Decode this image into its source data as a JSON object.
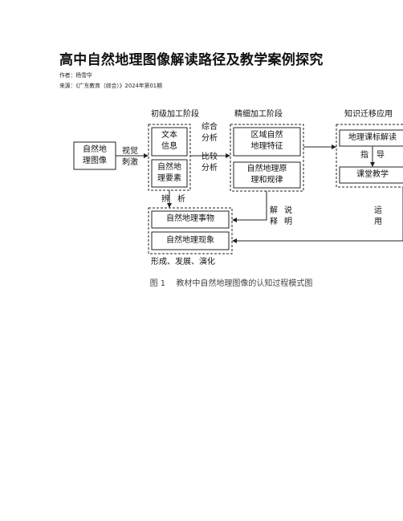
{
  "article": {
    "title": "高中自然地理图像解读路径及教学案例探究",
    "author_line": "作者：杨雪华",
    "source_line": "来源：《广东教育（综合）》2024年第01期"
  },
  "figure": {
    "stage_primary": "初级加工阶段",
    "stage_fine": "精细加工阶段",
    "stage_transfer": "知识迁移应用",
    "box_image": "自然地\n理图像",
    "box_text": "文本\n信息",
    "box_elements": "自然地\n理要素",
    "box_region": "区域自然\n地理特征",
    "box_principle": "自然地理原\n理和规律",
    "box_reading": "地理课标解读",
    "box_teaching": "课堂教学",
    "box_things": "自然地理事物",
    "box_phenomena": "自然地理现象",
    "label_visual": "视觉\n刺激",
    "label_synthesis": "综合\n分析",
    "label_compare": "比较\n分析",
    "label_guide": "指　导",
    "label_discern": "辨　析",
    "label_explain": "解\n释",
    "label_illustrate": "说\n明",
    "label_apply": "运\n用",
    "label_form": "形成、发展、演化",
    "caption": "图 1　 教材中自然地理图像的认知过程模式图"
  }
}
